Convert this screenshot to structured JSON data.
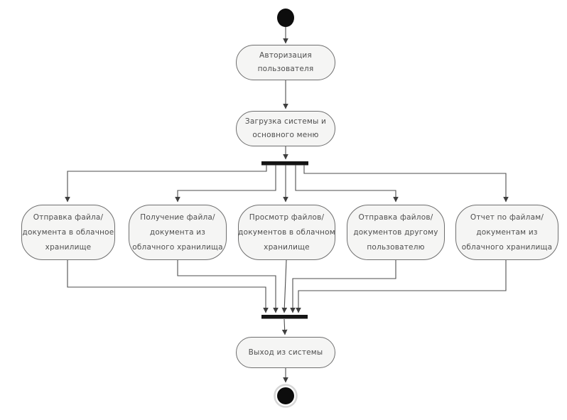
{
  "diagram": {
    "type": "uml-activity-diagram",
    "language": "ru",
    "colors": {
      "background": "#ffffff",
      "node_fill": "#f5f5f4",
      "node_border": "#6f6f6f",
      "line": "#4e4e4e",
      "sync_bar": "#151515",
      "text": "#4e4e4e"
    },
    "nodes": {
      "start": {
        "kind": "initial-node"
      },
      "authorization": {
        "lines": [
          "Авторизация",
          "пользователя"
        ]
      },
      "load_system": {
        "lines": [
          "Загрузка системы и",
          "основного меню"
        ]
      },
      "fork": {
        "kind": "fork-bar"
      },
      "upload_file": {
        "lines": [
          "Отправка файла/",
          "документа в облачное",
          "хранилище"
        ]
      },
      "receive_file": {
        "lines": [
          "Получение файла/",
          "документа из",
          "облачного хранилища"
        ]
      },
      "view_files": {
        "lines": [
          "Просмотр файлов/",
          "документов в облачном",
          "хранилище"
        ]
      },
      "send_files": {
        "lines": [
          "Отправка файлов/",
          "документов другому",
          "пользователю"
        ]
      },
      "report_files": {
        "lines": [
          "Отчет по файлам/",
          "документам из",
          "облачного хранилища"
        ]
      },
      "join": {
        "kind": "join-bar"
      },
      "exit_system": {
        "lines": [
          "Выход из системы"
        ]
      },
      "end": {
        "kind": "final-node"
      }
    },
    "edges": [
      {
        "from": "start",
        "to": "authorization"
      },
      {
        "from": "authorization",
        "to": "load_system"
      },
      {
        "from": "load_system",
        "to": "fork"
      },
      {
        "from": "fork",
        "to": "upload_file"
      },
      {
        "from": "fork",
        "to": "receive_file"
      },
      {
        "from": "fork",
        "to": "view_files"
      },
      {
        "from": "fork",
        "to": "send_files"
      },
      {
        "from": "fork",
        "to": "report_files"
      },
      {
        "from": "upload_file",
        "to": "join"
      },
      {
        "from": "receive_file",
        "to": "join"
      },
      {
        "from": "view_files",
        "to": "join"
      },
      {
        "from": "send_files",
        "to": "join"
      },
      {
        "from": "report_files",
        "to": "join"
      },
      {
        "from": "join",
        "to": "exit_system"
      },
      {
        "from": "exit_system",
        "to": "end"
      }
    ]
  }
}
